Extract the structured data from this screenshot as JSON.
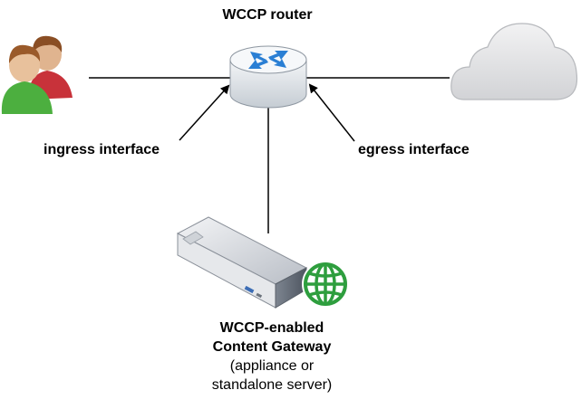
{
  "router": {
    "title": "WCCP router",
    "icon": "router-icon"
  },
  "users": {
    "icon": "users-icon"
  },
  "cloud": {
    "icon": "cloud-icon"
  },
  "interfaces": {
    "ingress": "ingress interface",
    "egress": "egress interface"
  },
  "gateway": {
    "icon": "server-appliance-icon",
    "globe_icon": "globe-icon",
    "line1": "WCCP-enabled",
    "line2": "Content Gateway",
    "line3": "(appliance or",
    "line4": "standalone server)"
  },
  "colors": {
    "router_arrows": "#2a7fd4",
    "globe": "#2e9e3e",
    "user_front_shirt": "#4caf3f",
    "user_back_shirt": "#c8323a",
    "cloud_fill": "#e3e4e6"
  }
}
